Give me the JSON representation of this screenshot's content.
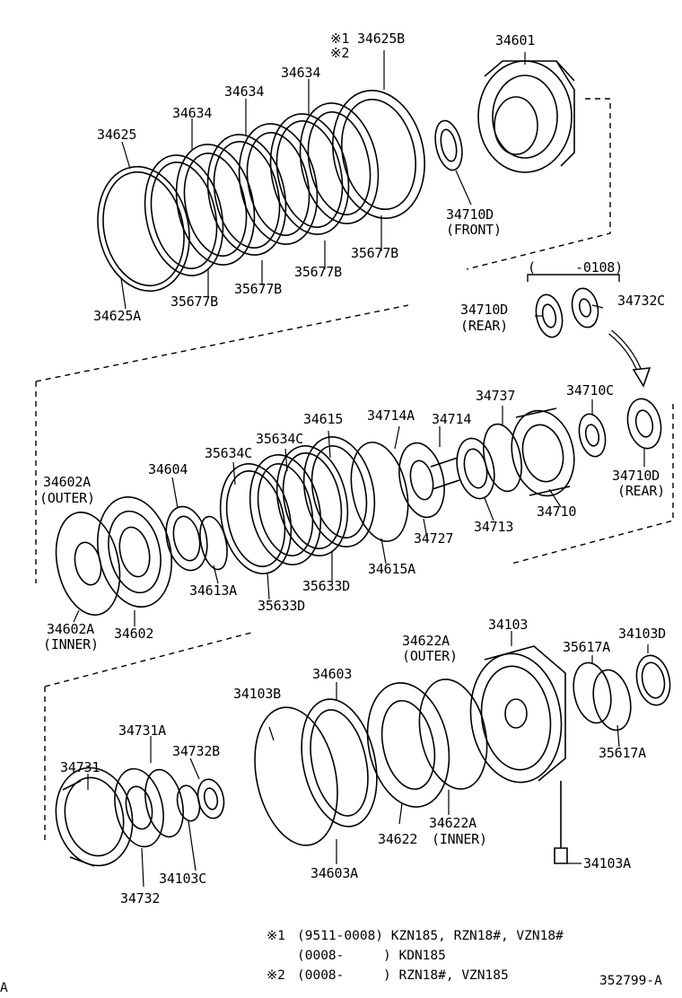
{
  "labels": {
    "p34601": "34601",
    "p34625B": "※1 34625B",
    "p34625B_note2": "※2",
    "p34634_a": "34634",
    "p34634_b": "34634",
    "p34634_c": "34634",
    "p34625": "34625",
    "p34625A": "34625A",
    "p35677B_a": "35677B",
    "p35677B_b": "35677B",
    "p35677B_c": "35677B",
    "p35677B_d": "35677B",
    "p34710D_front": "34710D",
    "p34710D_front_sub": "(FRONT)",
    "range_0108": "(     -0108)",
    "p34710D_rear1": "34710D",
    "p34710D_rear1_sub": "(REAR)",
    "p34732C": "34732C",
    "p34710C": "34710C",
    "p34737": "34737",
    "p34714A": "34714A",
    "p34714": "34714",
    "p34615": "34615",
    "p35634C_a": "35634C",
    "p35634C_b": "35634C",
    "p34604": "34604",
    "p34602A_outer": "34602A",
    "p34602A_outer_sub": "(OUTER)",
    "p34710D_rear2": "34710D",
    "p34710D_rear2_sub": "(REAR)",
    "p34710": "34710",
    "p34713": "34713",
    "p34727": "34727",
    "p34615A": "34615A",
    "p35633D_a": "35633D",
    "p35633D_b": "35633D",
    "p34613A": "34613A",
    "p34602A_inner": "34602A",
    "p34602A_inner_sub": "(INNER)",
    "p34602": "34602",
    "p34103": "34103",
    "p34622A_outer": "34622A",
    "p34622A_outer_sub": "(OUTER)",
    "p35617A_a": "35617A",
    "p34103D": "34103D",
    "p34603": "34603",
    "p34103B": "34103B",
    "p34731A": "34731A",
    "p34732B": "34732B",
    "p34731": "34731",
    "p35617A_b": "35617A",
    "p34622A_inner": "34622A",
    "p34622A_inner_sub": "(INNER)",
    "p34622": "34622",
    "p34103C": "34103C",
    "p34603A": "34603A",
    "p34103A": "34103A",
    "p34732": "34732"
  },
  "notes": {
    "n1_mark": "※1",
    "n1_line1": "(9511-0008) KZN185, RZN18#, VZN18#",
    "n1_line2": "(0008-     ) KDN185",
    "n2_mark": "※2",
    "n2_line1": "(0008-     ) RZN18#, VZN185",
    "diagram_id": "352799-A",
    "corner_mark": "A"
  }
}
